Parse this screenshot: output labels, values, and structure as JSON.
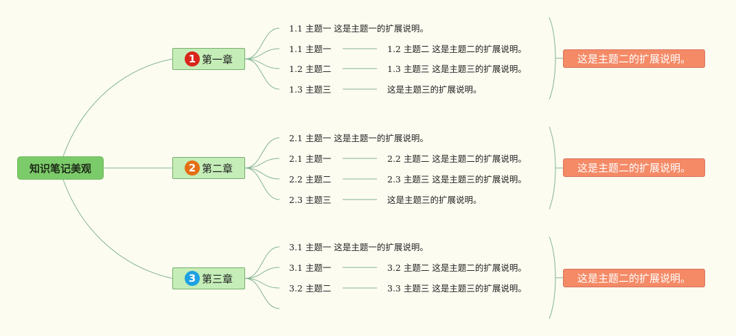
{
  "root": {
    "label": "知识笔记美观"
  },
  "colors": {
    "background": "#fdfcf1",
    "root": "#7ccb6a",
    "chapter": "#c5edb8",
    "summary": "#f48a66",
    "line": "#7fb38f"
  },
  "chapters": [
    {
      "number": "1",
      "label": "第一章",
      "badge_color": "#d9251c",
      "leaves_col1": [
        "1.1 主题一 这是主题一的扩展说明。",
        "1.1 主题一",
        "1.2 主题二",
        "1.3 主题三"
      ],
      "leaves_col2": [
        "1.2 主题二 这是主题二的扩展说明。",
        "1.3 主题三 这是主题三的扩展说明。",
        "这是主题三的扩展说明。"
      ],
      "summary": "这是主题二的扩展说明。"
    },
    {
      "number": "2",
      "label": "第二章",
      "badge_color": "#e46e12",
      "leaves_col1": [
        "2.1 主题一 这是主题一的扩展说明。",
        "2.1 主题一",
        "2.2 主题二",
        "2.3 主题三"
      ],
      "leaves_col2": [
        "2.2 主题二 这是主题二的扩展说明。",
        "2.3 主题三 这是主题三的扩展说明。",
        "这是主题三的扩展说明。"
      ],
      "summary": "这是主题二的扩展说明。"
    },
    {
      "number": "3",
      "label": "第三章",
      "badge_color": "#1da1e2",
      "leaves_col1": [
        "3.1 主题一 这是主题一的扩展说明。",
        "3.1 主题一",
        "3.2 主题二"
      ],
      "leaves_col2": [
        "3.2 主题二 这是主题二的扩展说明。",
        "3.3 主题三 这是主题三的扩展说明。"
      ],
      "summary": "这是主题二的扩展说明。"
    }
  ]
}
